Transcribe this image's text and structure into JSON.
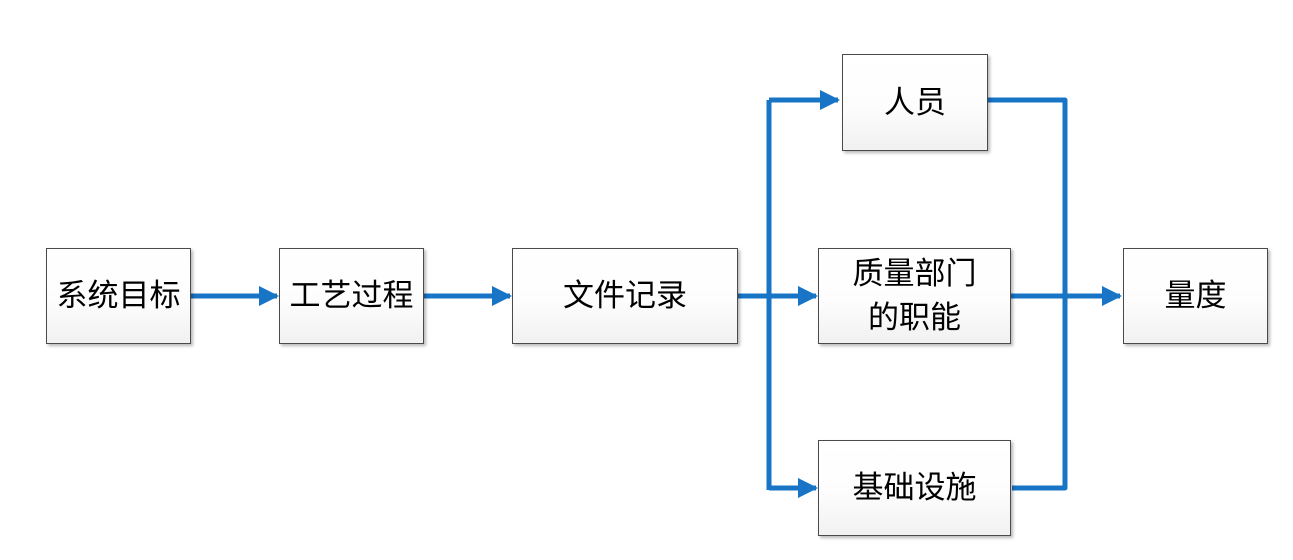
{
  "colors": {
    "connector": "#1874C4",
    "border": "#4a4a4a",
    "text": "#000000"
  },
  "nodes": {
    "system_goal": "系统目标",
    "process": "工艺过程",
    "documentation": "文件记录",
    "personnel": "人员",
    "quality_function": "质量部门\n的职能",
    "infrastructure": "基础设施",
    "measure": "量度"
  }
}
